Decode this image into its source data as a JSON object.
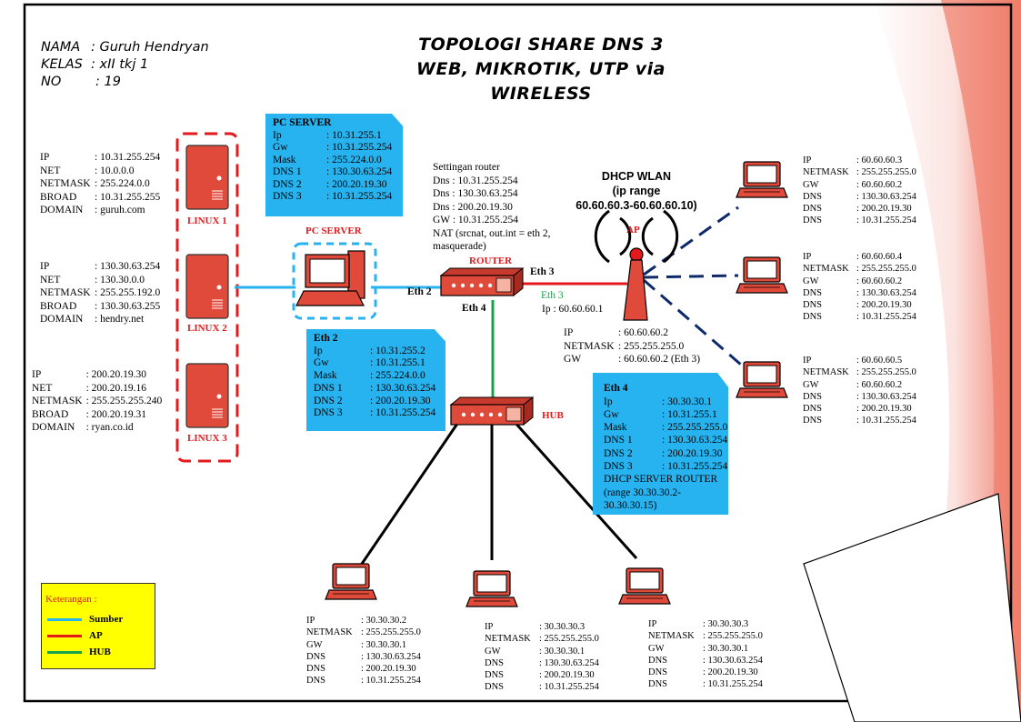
{
  "header": {
    "nama_label": "NAMA",
    "nama_value": ": Guruh Hendryan",
    "kelas_label": "KELAS",
    "kelas_value": ": xII tkj 1",
    "no_label": "NO",
    "no_value": ": 19"
  },
  "title": {
    "line1": "TOPOLOGI SHARE DNS 3",
    "line2": "WEB, MIKROTIK, UTP via",
    "line3": "WIRELESS"
  },
  "servers": [
    {
      "label": "LINUX 1",
      "info": [
        [
          "IP",
          ": 10.31.255.254"
        ],
        [
          "NET",
          ": 10.0.0.0"
        ],
        [
          "NETMASK",
          ": 255.224.0.0"
        ],
        [
          "BROAD",
          ": 10.31.255.255"
        ],
        [
          "DOMAIN",
          ": guruh.com"
        ]
      ]
    },
    {
      "label": "LINUX 2",
      "info": [
        [
          "IP",
          ": 130.30.63.254"
        ],
        [
          "NET",
          ": 130.30.0.0"
        ],
        [
          "NETMASK",
          ": 255.255.192.0"
        ],
        [
          "BROAD",
          ": 130.30.63.255"
        ],
        [
          "DOMAIN",
          ": hendry.net"
        ]
      ]
    },
    {
      "label": "LINUX 3",
      "info": [
        [
          "IP",
          ": 200.20.19.30"
        ],
        [
          "NET",
          ": 200.20.19.16"
        ],
        [
          "NETMASK",
          ": 255.255.255.240"
        ],
        [
          "BROAD",
          ": 200.20.19.31"
        ],
        [
          "DOMAIN",
          ": ryan.co.id"
        ]
      ]
    }
  ],
  "pc_server_box": {
    "title": "PC SERVER",
    "rows": [
      [
        "Ip",
        ": 10.31.255.1"
      ],
      [
        "Gw",
        ": 10.31.255.254"
      ],
      [
        "Mask",
        ": 255.224.0.0"
      ],
      [
        "DNS 1",
        ": 130.30.63.254"
      ],
      [
        "DNS 2",
        ": 200.20.19.30"
      ],
      [
        "DNS 3",
        ": 10.31.255.254"
      ]
    ]
  },
  "pc_server_label": "PC SERVER",
  "router_settings": {
    "lines": [
      "Settingan router",
      "Dns : 10.31.255.254",
      "Dns : 130.30.63.254",
      "Dns : 200.20.19.30",
      "GW : 10.31.255.254",
      "NAT (srcnat, out.int = eth 2,",
      "masquerade)"
    ]
  },
  "router_label": "ROUTER",
  "eth_labels": {
    "eth2": "Eth 2",
    "eth3": "Eth 3",
    "eth4": "Eth 4",
    "eth3_green": "Eth 3",
    "eth3_ip": "Ip : 60.60.60.1"
  },
  "eth2_box": {
    "title": "Eth 2",
    "rows": [
      [
        "Ip",
        ": 10.31.255.2"
      ],
      [
        "Gw",
        ": 10.31.255.1"
      ],
      [
        "Mask",
        ": 255.224.0.0"
      ],
      [
        "DNS 1",
        ": 130.30.63.254"
      ],
      [
        "DNS 2",
        ": 200.20.19.30"
      ],
      [
        "DNS 3",
        ": 10.31.255.254"
      ]
    ]
  },
  "hub_label": "HUB",
  "dhcp_wlan": {
    "line1": "DHCP WLAN",
    "line2": "(ip range",
    "line3": "60.60.60.3-60.60.60.10)"
  },
  "ap_label": "AP",
  "ap_info": [
    [
      "IP",
      ": 60.60.60.2"
    ],
    [
      "NETMASK",
      ": 255.255.255.0"
    ],
    [
      "GW",
      ": 60.60.60.2 (Eth 3)"
    ]
  ],
  "eth4_box": {
    "title": "Eth 4",
    "rows": [
      [
        "Ip",
        ": 30.30.30.1"
      ],
      [
        "Gw",
        ": 10.31.255.1"
      ],
      [
        "Mask",
        ": 255.255.255.0"
      ],
      [
        "DNS 1",
        ": 130.30.63.254"
      ],
      [
        "DNS 2",
        ": 200.20.19.30"
      ],
      [
        "DNS 3",
        ": 10.31.255.254"
      ]
    ],
    "extra": [
      "DHCP SERVER ROUTER",
      "(range 30.30.30.2-",
      "30.30.30.15)"
    ]
  },
  "wireless_clients": [
    {
      "info": [
        [
          "IP",
          ": 60.60.60.3"
        ],
        [
          "NETMASK",
          ": 255.255.255.0"
        ],
        [
          "GW",
          ": 60.60.60.2"
        ],
        [
          "DNS",
          ": 130.30.63.254"
        ],
        [
          "DNS",
          ": 200.20.19.30"
        ],
        [
          "DNS",
          ": 10.31.255.254"
        ]
      ]
    },
    {
      "info": [
        [
          "IP",
          ": 60.60.60.4"
        ],
        [
          "NETMASK",
          ": 255.255.255.0"
        ],
        [
          "GW",
          ": 60.60.60.2"
        ],
        [
          "DNS",
          ": 130.30.63.254"
        ],
        [
          "DNS",
          ": 200.20.19.30"
        ],
        [
          "DNS",
          ": 10.31.255.254"
        ]
      ]
    },
    {
      "info": [
        [
          "IP",
          ": 60.60.60.5"
        ],
        [
          "NETMASK",
          ": 255.255.255.0"
        ],
        [
          "GW",
          ": 60.60.60.2"
        ],
        [
          "DNS",
          ": 130.30.63.254"
        ],
        [
          "DNS",
          ": 200.20.19.30"
        ],
        [
          "DNS",
          ": 10.31.255.254"
        ]
      ]
    }
  ],
  "hub_clients": [
    {
      "info": [
        [
          "IP",
          ": 30.30.30.2"
        ],
        [
          "NETMASK",
          ": 255.255.255.0"
        ],
        [
          "GW",
          ": 30.30.30.1"
        ],
        [
          "DNS",
          ": 130.30.63.254"
        ],
        [
          "DNS",
          ": 200.20.19.30"
        ],
        [
          "DNS",
          ": 10.31.255.254"
        ]
      ]
    },
    {
      "info": [
        [
          "IP",
          ": 30.30.30.3"
        ],
        [
          "NETMASK",
          ": 255.255.255.0"
        ],
        [
          "GW",
          ": 30.30.30.1"
        ],
        [
          "DNS",
          ": 130.30.63.254"
        ],
        [
          "DNS",
          ": 200.20.19.30"
        ],
        [
          "DNS",
          ": 10.31.255.254"
        ]
      ]
    },
    {
      "info": [
        [
          "IP",
          ": 30.30.30.3"
        ],
        [
          "NETMASK",
          ": 255.255.255.0"
        ],
        [
          "GW",
          ": 30.30.30.1"
        ],
        [
          "DNS",
          ": 130.30.63.254"
        ],
        [
          "DNS",
          ": 200.20.19.30"
        ],
        [
          "DNS",
          ": 10.31.255.254"
        ]
      ]
    }
  ],
  "legend": {
    "title": "Keterangan :",
    "items": [
      {
        "label": "Sumber",
        "color": "#27b3ef"
      },
      {
        "label": "AP",
        "color": "#e3191c"
      },
      {
        "label": "HUB",
        "color": "#16a34a"
      }
    ]
  },
  "colors": {
    "device_red": "#e04a3a",
    "server_blue": "#27b3ef",
    "ap_link": "#e3191c",
    "hub_link": "#16a34a",
    "wireless_link": "#0f2a6b",
    "legend_bg": "#ffff00"
  }
}
